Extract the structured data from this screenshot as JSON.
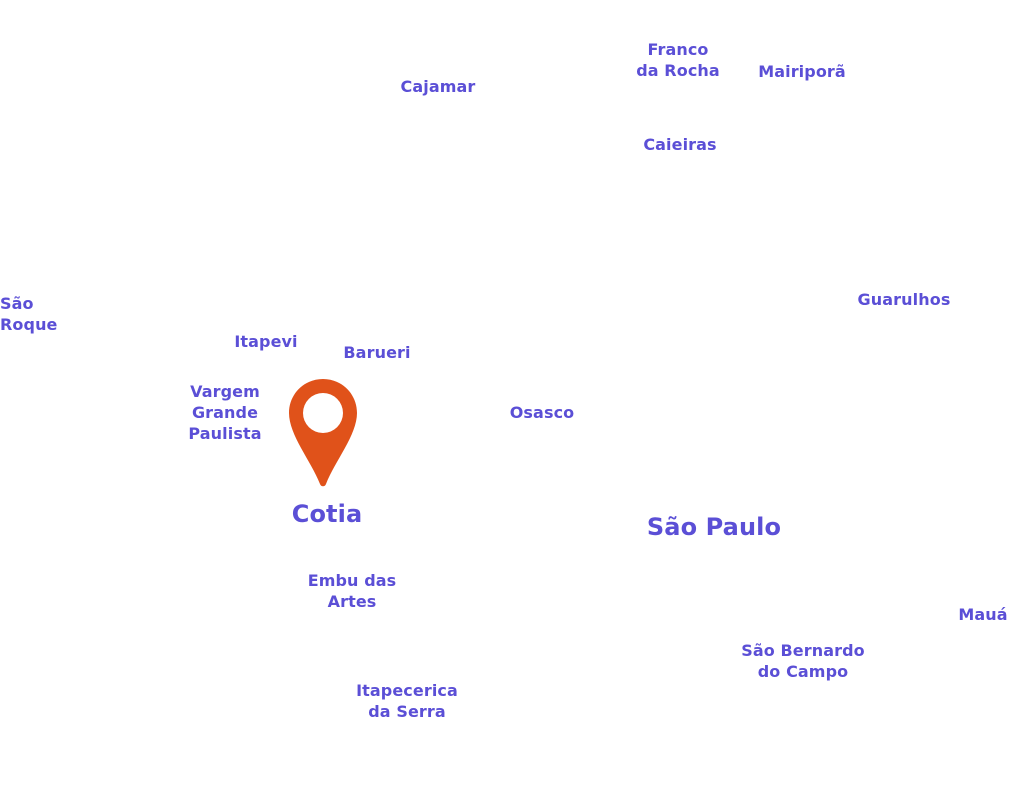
{
  "map": {
    "accent_color": "#5b4fd6",
    "pin_color": "#e0521a",
    "pin_icon": "location-pin-icon",
    "selected_city": "Cotia",
    "cities": {
      "franco_da_rocha": "Franco\nda Rocha",
      "mairipora": "Mairiporã",
      "cajamar": "Cajamar",
      "caieiras": "Caieiras",
      "sao_roque": "São Roque",
      "guarulhos": "Guarulhos",
      "itapevi": "Itapevi",
      "barueri": "Barueri",
      "vargem_grande_paulista": "Vargem\nGrande\nPaulista",
      "osasco": "Osasco",
      "cotia": "Cotia",
      "sao_paulo": "São Paulo",
      "embu_das_artes": "Embu das\nArtes",
      "maua": "Mauá",
      "sao_bernardo_do_campo": "São Bernardo\ndo Campo",
      "itapecerica_da_serra": "Itapecerica\nda Serra"
    }
  }
}
